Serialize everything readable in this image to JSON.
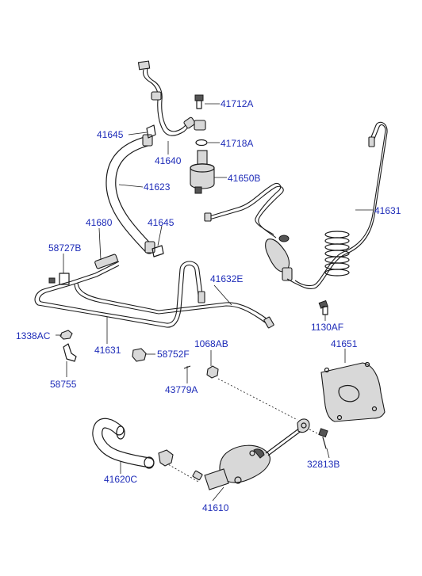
{
  "diagram": {
    "labels": {
      "p41712A": "41712A",
      "p41645a": "41645",
      "p41718A": "41718A",
      "p41640": "41640",
      "p41650B": "41650B",
      "p41623": "41623",
      "p41631_top": "41631",
      "p41680": "41680",
      "p41645b": "41645",
      "p58727B": "58727B",
      "p41632E": "41632E",
      "p1130AF": "1130AF",
      "p1338AC": "1338AC",
      "p41631_bottom": "41631",
      "p58752F": "58752F",
      "p1068AB": "1068AB",
      "p41651": "41651",
      "p58755": "58755",
      "p43779A": "43779A",
      "p32813B": "32813B",
      "p41620C": "41620C",
      "p41610": "41610"
    }
  }
}
